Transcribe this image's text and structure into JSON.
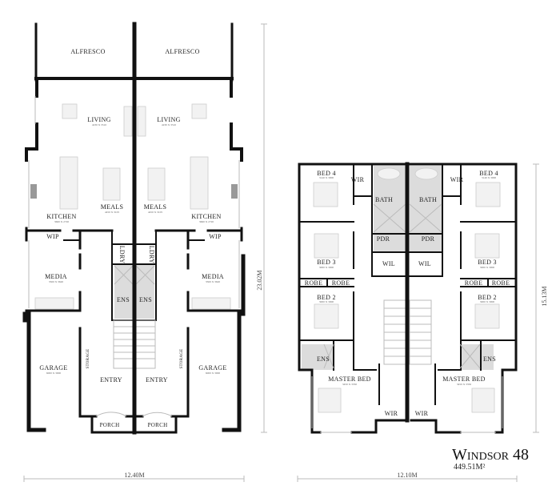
{
  "title": "Windsor 48",
  "area": "449.51M²",
  "ground_floor": {
    "width_dim": "12.40M",
    "depth_dim": "23.02M",
    "rooms": {
      "alfresco": "ALFRESCO",
      "living": "LIVING",
      "living_dim": "4230 X 3510",
      "meals": "MEALS",
      "meals_dim": "4450 X 3105",
      "kitchen": "KITCHEN",
      "kitchen_dim": "3660 X 2720",
      "wip": "WIP",
      "ldry": "LDRY",
      "ens": "ENS",
      "media": "MEDIA",
      "media_dim": "3500 X 3620",
      "storage": "STORAGE",
      "garage": "GARAGE",
      "garage_dim": "6000 X 3000",
      "entry": "ENTRY",
      "porch": "PORCH"
    }
  },
  "first_floor": {
    "width_dim": "12.10M",
    "depth_dim": "15.13M",
    "rooms": {
      "bed4": "BED 4",
      "bed4_dim": "3140 X 3000",
      "wir": "WIR",
      "bath": "BATH",
      "pdr": "PDR",
      "wil": "WIL",
      "bed3": "BED 3",
      "bed3_dim": "3000 X 3000",
      "robe": "ROBE",
      "bed2": "BED 2",
      "bed2_dim": "3000 X 3000",
      "ens": "ENS",
      "master": "MASTER BED",
      "master_dim": "3450 X 3350"
    }
  }
}
